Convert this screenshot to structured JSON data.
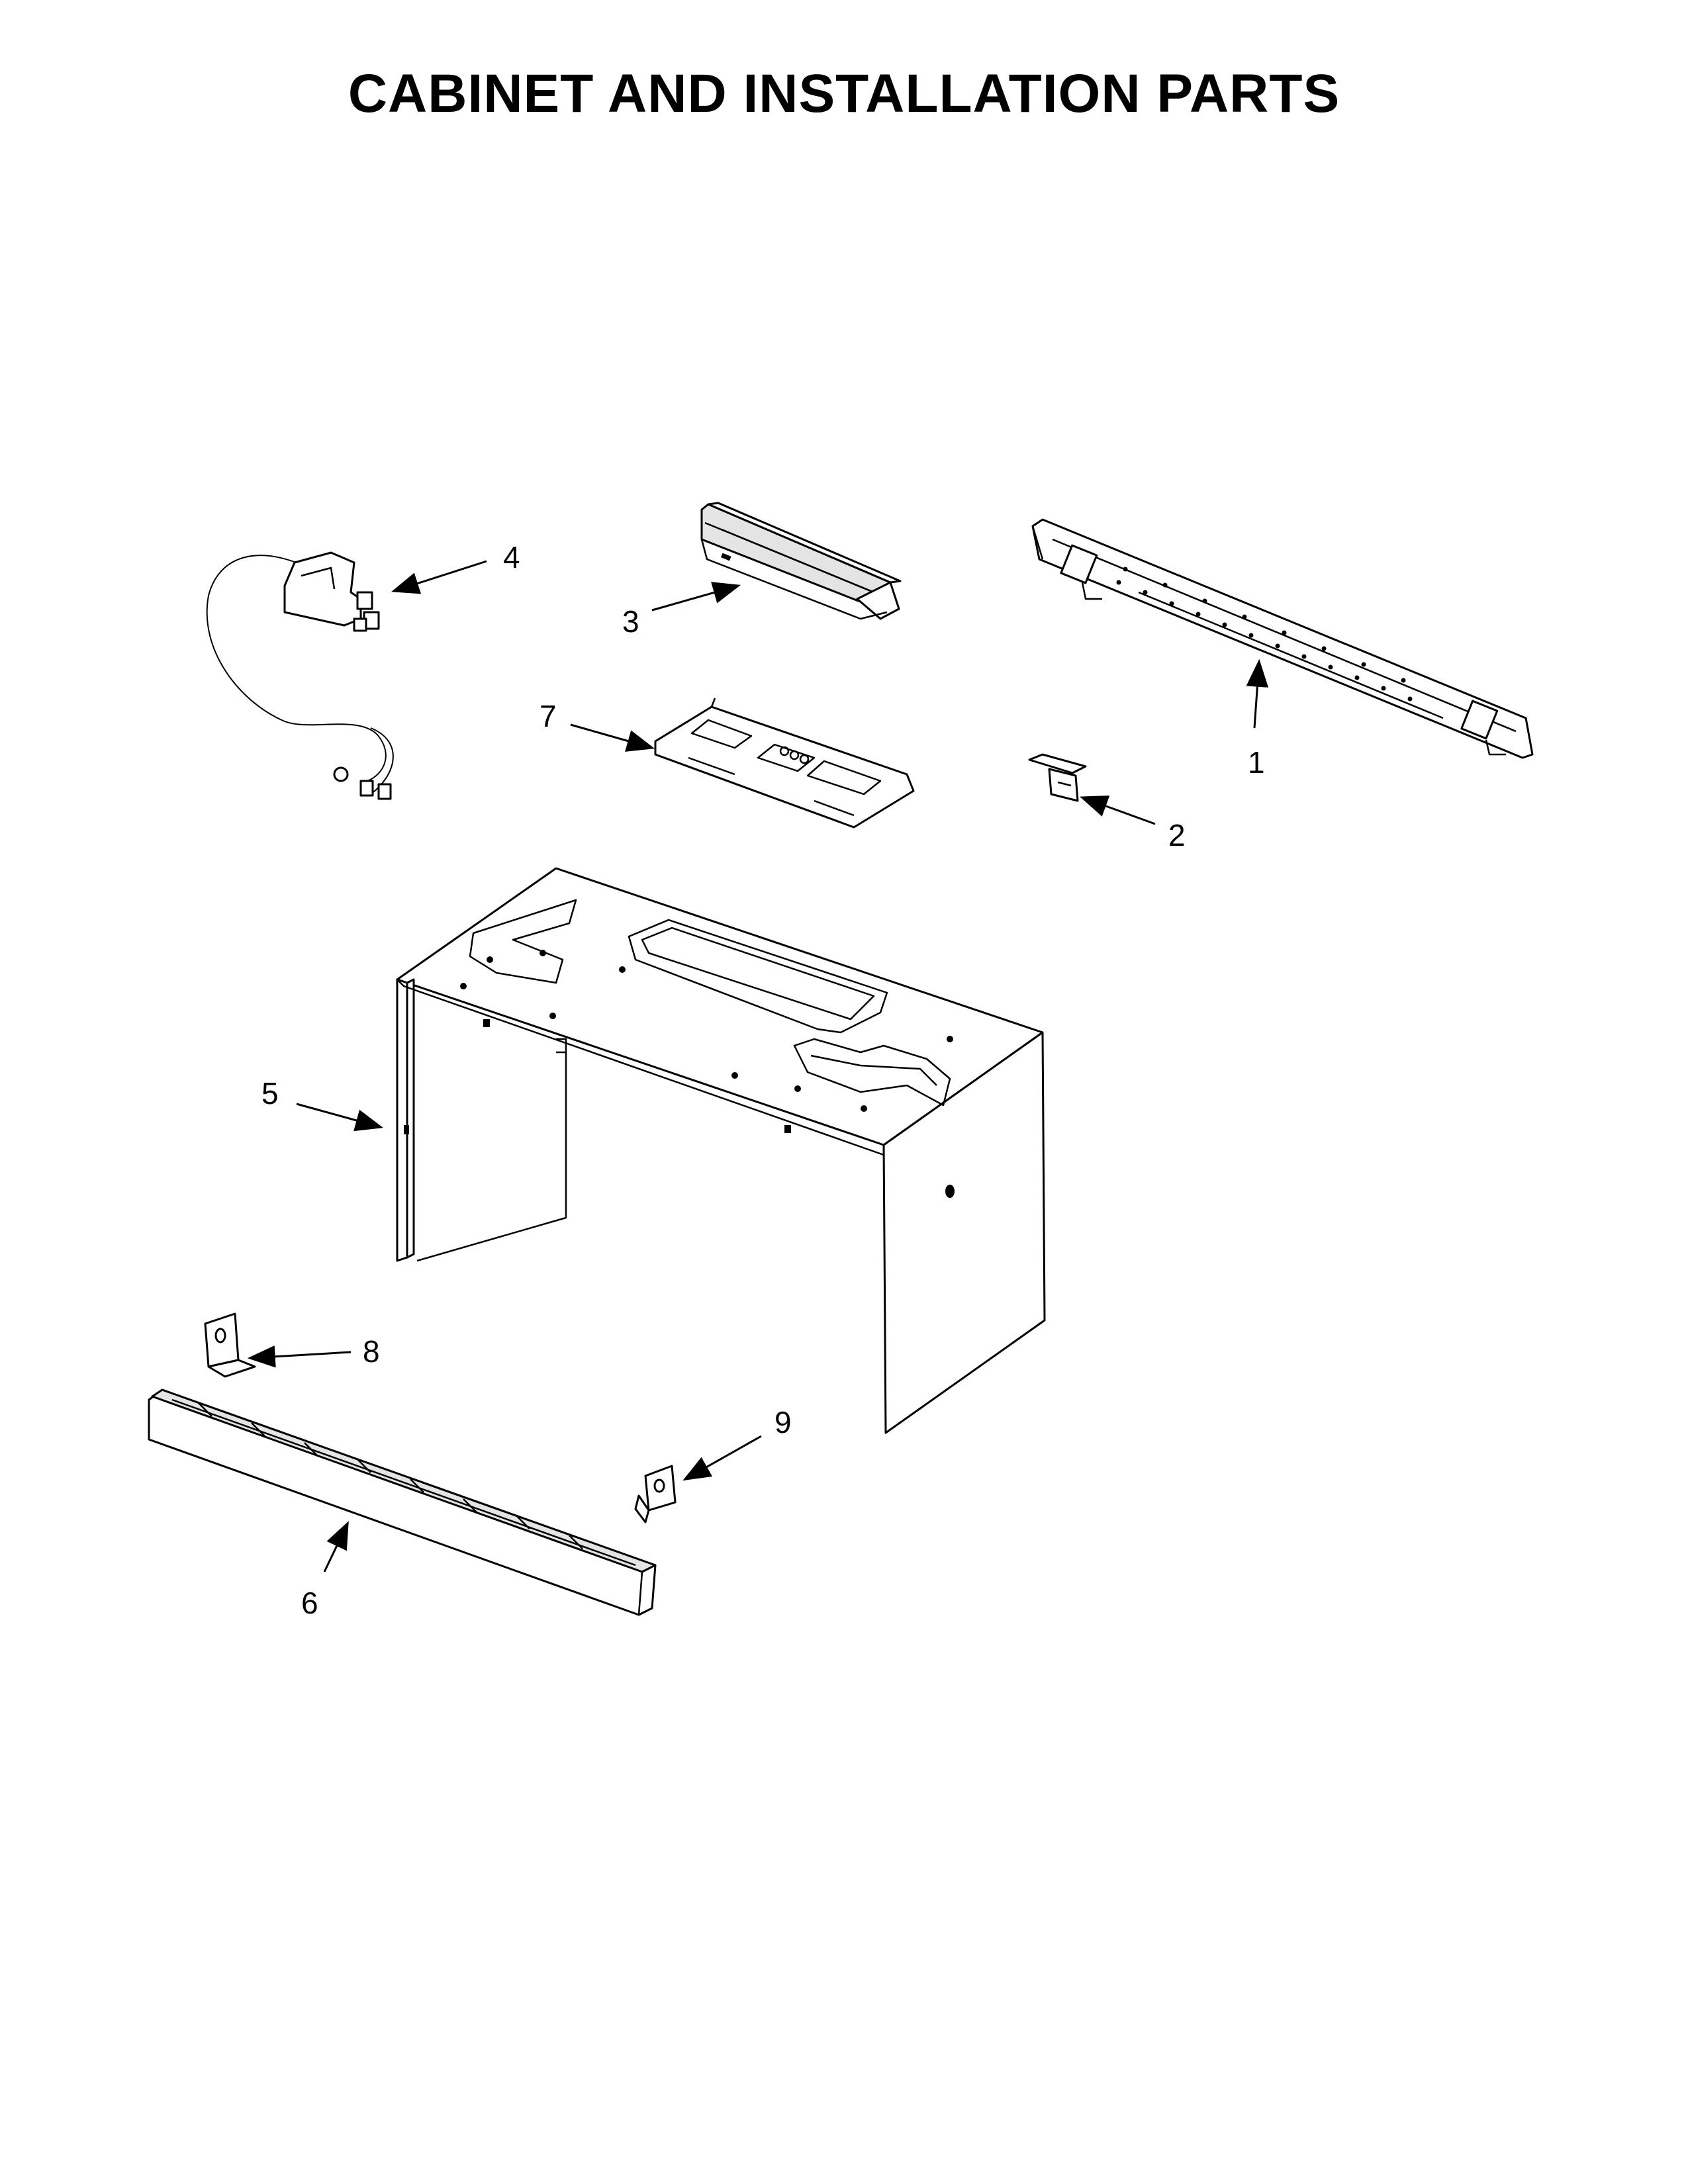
{
  "page": {
    "title": "CABINET AND INSTALLATION PARTS"
  },
  "callouts": [
    {
      "id": "1",
      "label": "1"
    },
    {
      "id": "2",
      "label": "2"
    },
    {
      "id": "3",
      "label": "3"
    },
    {
      "id": "4",
      "label": "4"
    },
    {
      "id": "5",
      "label": "5"
    },
    {
      "id": "6",
      "label": "6"
    },
    {
      "id": "7",
      "label": "7"
    },
    {
      "id": "8",
      "label": "8"
    },
    {
      "id": "9",
      "label": "9"
    }
  ]
}
